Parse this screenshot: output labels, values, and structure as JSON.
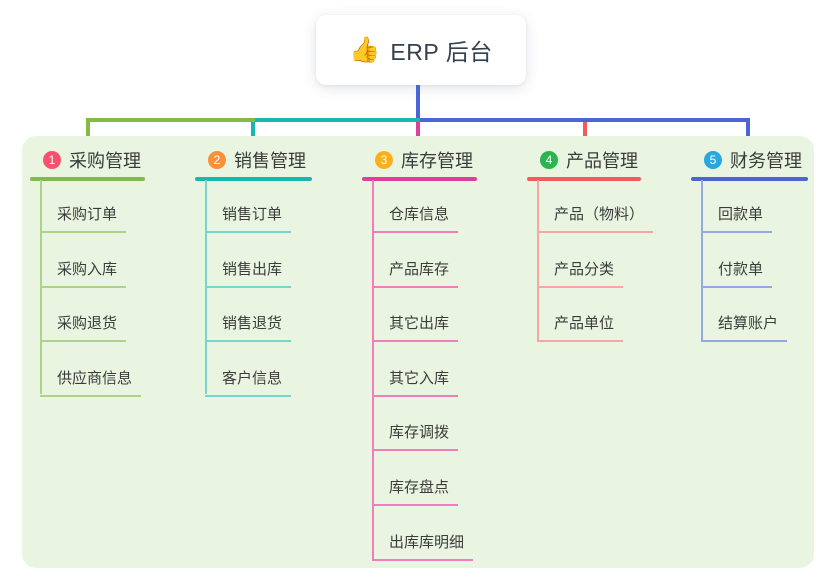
{
  "root": {
    "icon": "👍",
    "label": "ERP 后台"
  },
  "connector_color": "#4a66d4",
  "panel_bg": "#e9f5e1",
  "branches": [
    {
      "index": "1",
      "label": "采购管理",
      "badge_color": "#f7526b",
      "accent": "#82bb47",
      "light": "#acd488",
      "items": [
        "采购订单",
        "采购入库",
        "采购退货",
        "供应商信息"
      ]
    },
    {
      "index": "2",
      "label": "销售管理",
      "badge_color": "#f8913d",
      "accent": "#17b8b0",
      "light": "#74d7cf",
      "items": [
        "销售订单",
        "销售出库",
        "销售退货",
        "客户信息"
      ]
    },
    {
      "index": "3",
      "label": "库存管理",
      "badge_color": "#fbb01b",
      "accent": "#dc3f9d",
      "light": "#f07dbd",
      "items": [
        "仓库信息",
        "产品库存",
        "其它出库",
        "其它入库",
        "库存调拨",
        "库存盘点",
        "出库库明细"
      ]
    },
    {
      "index": "4",
      "label": "产品管理",
      "badge_color": "#2cb44e",
      "accent": "#f25b5b",
      "light": "#f8a6a4",
      "items": [
        "产品（物料）",
        "产品分类",
        "产品单位"
      ]
    },
    {
      "index": "5",
      "label": "财务管理",
      "badge_color": "#2ba7e0",
      "accent": "#4a66d4",
      "light": "#93a9e6",
      "items": [
        "回款单",
        "付款单",
        "结算账户"
      ]
    }
  ]
}
